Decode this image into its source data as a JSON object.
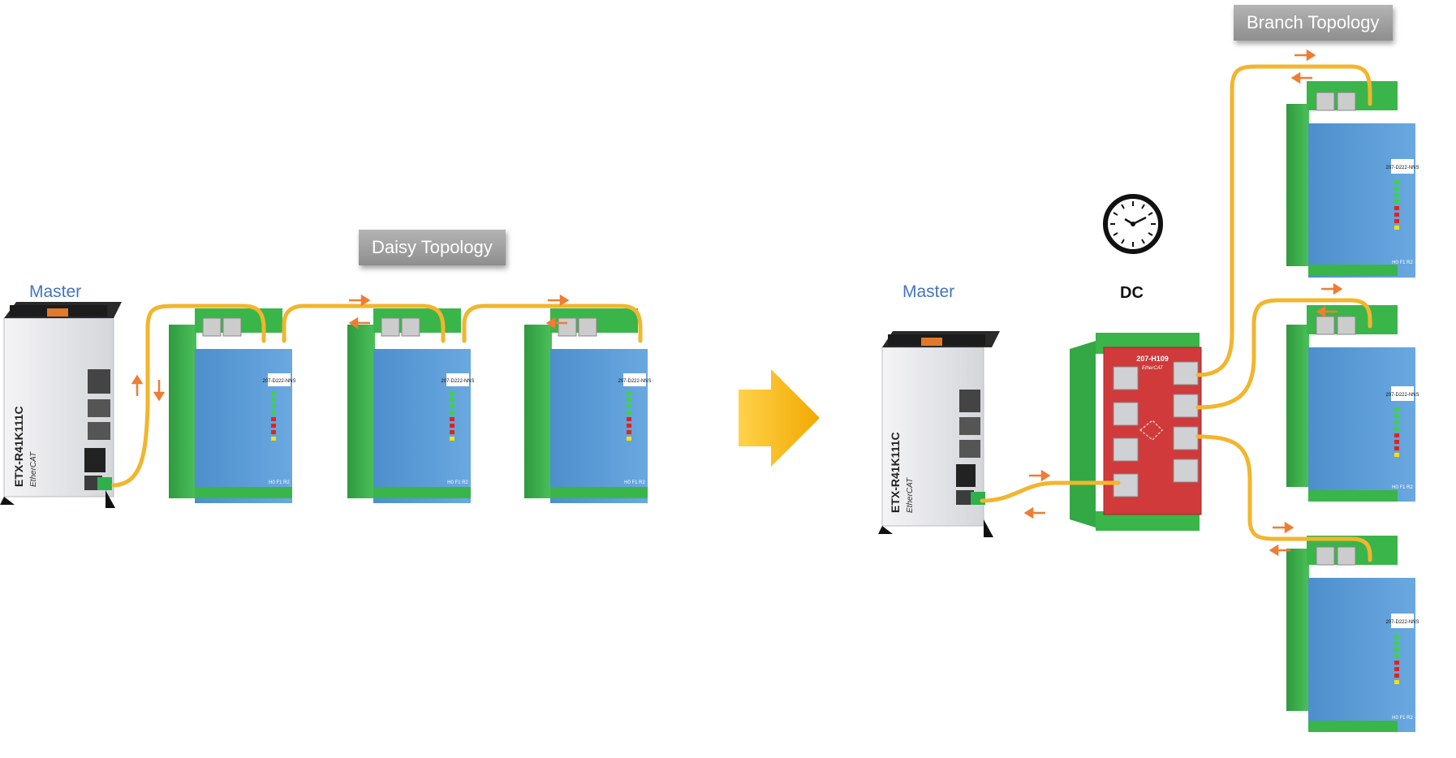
{
  "left": {
    "master_label": "Master",
    "topology_label": "Daisy Topology",
    "master_model": "ETX-R41K111C",
    "master_brand": "EtherCAT",
    "slave_model": "207-D222-NNS",
    "slave_foot": "H0 F1 R2"
  },
  "right": {
    "master_label": "Master",
    "topology_label": "Branch Topology",
    "dc_label": "DC",
    "master_model": "ETX-R41K111C",
    "master_brand": "EtherCAT",
    "hub_model": "207-H109",
    "hub_brand": "EtherCAT",
    "slave_model": "207-D222-NNS",
    "slave_foot": "H0 F1 R2"
  },
  "colors": {
    "cable": "#f2b52d",
    "arrow": "#ef7d32",
    "module_blue": "#5b9bd5",
    "din_green": "#3ab54a",
    "hub_red": "#d03a3a",
    "big_arrow": "#f5b400",
    "master_label": "#4472c4"
  },
  "icons": [
    "clock-icon",
    "big-right-arrow-icon",
    "rj45-port-icon",
    "led-bar-icon"
  ]
}
